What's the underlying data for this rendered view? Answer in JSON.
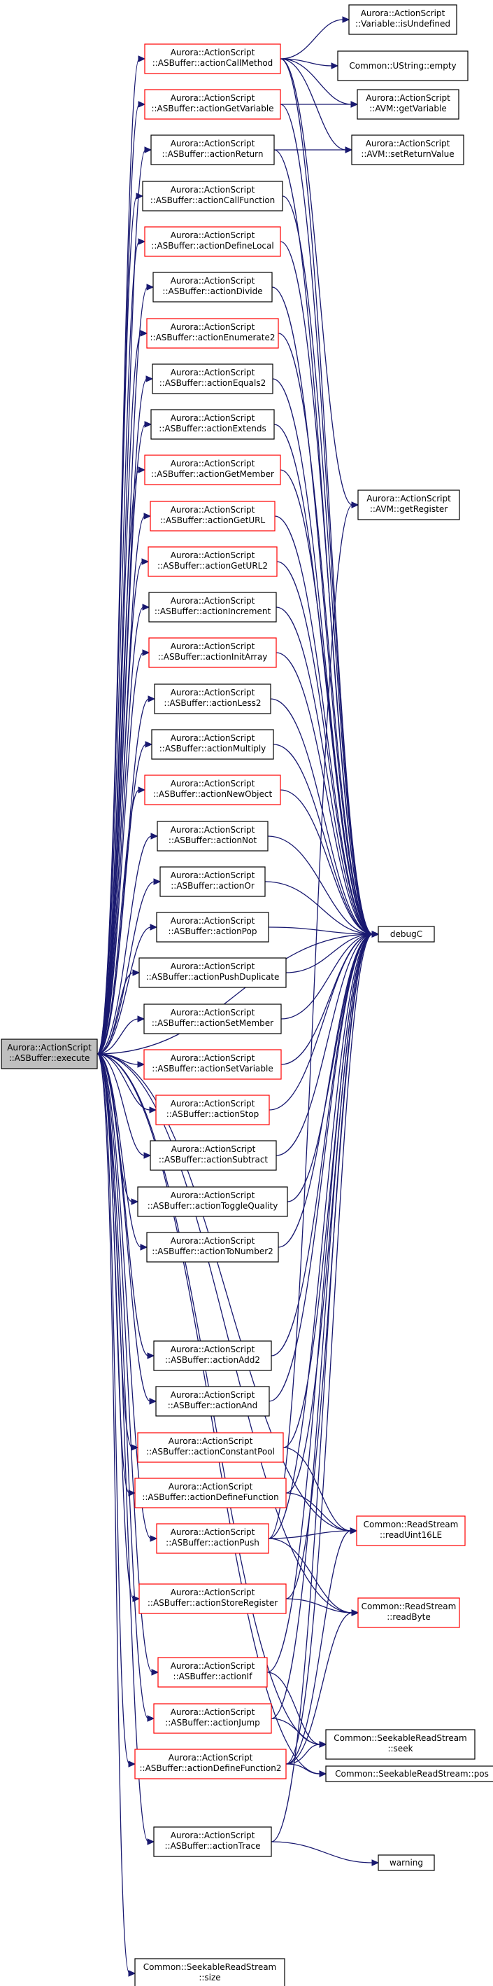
{
  "graph": {
    "colors": {
      "edge": "#191970",
      "border_ok": "#000000",
      "border_flagged": "#ff0000",
      "root_fill": "#bfbfbf",
      "node_fill": "#ffffff"
    },
    "root": "execute",
    "nodes": [
      {
        "id": "execute",
        "lines": [
          "Aurora::ActionScript",
          "::ASBuffer::execute"
        ],
        "status": "root"
      },
      {
        "id": "actionCallMethod",
        "lines": [
          "Aurora::ActionScript",
          "::ASBuffer::actionCallMethod"
        ],
        "status": "flagged"
      },
      {
        "id": "actionGetVariable",
        "lines": [
          "Aurora::ActionScript",
          "::ASBuffer::actionGetVariable"
        ],
        "status": "flagged"
      },
      {
        "id": "actionReturn",
        "lines": [
          "Aurora::ActionScript",
          "::ASBuffer::actionReturn"
        ],
        "status": "ok"
      },
      {
        "id": "actionCallFunction",
        "lines": [
          "Aurora::ActionScript",
          "::ASBuffer::actionCallFunction"
        ],
        "status": "ok"
      },
      {
        "id": "actionDefineLocal",
        "lines": [
          "Aurora::ActionScript",
          "::ASBuffer::actionDefineLocal"
        ],
        "status": "flagged"
      },
      {
        "id": "actionDivide",
        "lines": [
          "Aurora::ActionScript",
          "::ASBuffer::actionDivide"
        ],
        "status": "ok"
      },
      {
        "id": "actionEnumerate2",
        "lines": [
          "Aurora::ActionScript",
          "::ASBuffer::actionEnumerate2"
        ],
        "status": "flagged"
      },
      {
        "id": "actionEquals2",
        "lines": [
          "Aurora::ActionScript",
          "::ASBuffer::actionEquals2"
        ],
        "status": "ok"
      },
      {
        "id": "actionExtends",
        "lines": [
          "Aurora::ActionScript",
          "::ASBuffer::actionExtends"
        ],
        "status": "ok"
      },
      {
        "id": "actionGetMember",
        "lines": [
          "Aurora::ActionScript",
          "::ASBuffer::actionGetMember"
        ],
        "status": "flagged"
      },
      {
        "id": "actionGetURL",
        "lines": [
          "Aurora::ActionScript",
          "::ASBuffer::actionGetURL"
        ],
        "status": "flagged"
      },
      {
        "id": "actionGetURL2",
        "lines": [
          "Aurora::ActionScript",
          "::ASBuffer::actionGetURL2"
        ],
        "status": "flagged"
      },
      {
        "id": "actionIncrement",
        "lines": [
          "Aurora::ActionScript",
          "::ASBuffer::actionIncrement"
        ],
        "status": "ok"
      },
      {
        "id": "actionInitArray",
        "lines": [
          "Aurora::ActionScript",
          "::ASBuffer::actionInitArray"
        ],
        "status": "flagged"
      },
      {
        "id": "actionLess2",
        "lines": [
          "Aurora::ActionScript",
          "::ASBuffer::actionLess2"
        ],
        "status": "ok"
      },
      {
        "id": "actionMultiply",
        "lines": [
          "Aurora::ActionScript",
          "::ASBuffer::actionMultiply"
        ],
        "status": "ok"
      },
      {
        "id": "actionNewObject",
        "lines": [
          "Aurora::ActionScript",
          "::ASBuffer::actionNewObject"
        ],
        "status": "flagged"
      },
      {
        "id": "actionNot",
        "lines": [
          "Aurora::ActionScript",
          "::ASBuffer::actionNot"
        ],
        "status": "ok"
      },
      {
        "id": "actionOr",
        "lines": [
          "Aurora::ActionScript",
          "::ASBuffer::actionOr"
        ],
        "status": "ok"
      },
      {
        "id": "actionPop",
        "lines": [
          "Aurora::ActionScript",
          "::ASBuffer::actionPop"
        ],
        "status": "ok"
      },
      {
        "id": "actionPushDuplicate",
        "lines": [
          "Aurora::ActionScript",
          "::ASBuffer::actionPushDuplicate"
        ],
        "status": "ok"
      },
      {
        "id": "actionSetMember",
        "lines": [
          "Aurora::ActionScript",
          "::ASBuffer::actionSetMember"
        ],
        "status": "ok"
      },
      {
        "id": "actionSetVariable",
        "lines": [
          "Aurora::ActionScript",
          "::ASBuffer::actionSetVariable"
        ],
        "status": "flagged"
      },
      {
        "id": "actionStop",
        "lines": [
          "Aurora::ActionScript",
          "::ASBuffer::actionStop"
        ],
        "status": "flagged"
      },
      {
        "id": "actionSubtract",
        "lines": [
          "Aurora::ActionScript",
          "::ASBuffer::actionSubtract"
        ],
        "status": "ok"
      },
      {
        "id": "actionToggleQuality",
        "lines": [
          "Aurora::ActionScript",
          "::ASBuffer::actionToggleQuality"
        ],
        "status": "ok"
      },
      {
        "id": "actionToNumber2",
        "lines": [
          "Aurora::ActionScript",
          "::ASBuffer::actionToNumber2"
        ],
        "status": "ok"
      },
      {
        "id": "actionAdd2",
        "lines": [
          "Aurora::ActionScript",
          "::ASBuffer::actionAdd2"
        ],
        "status": "ok"
      },
      {
        "id": "actionAnd",
        "lines": [
          "Aurora::ActionScript",
          "::ASBuffer::actionAnd"
        ],
        "status": "ok"
      },
      {
        "id": "actionConstantPool",
        "lines": [
          "Aurora::ActionScript",
          "::ASBuffer::actionConstantPool"
        ],
        "status": "flagged"
      },
      {
        "id": "actionDefineFunction",
        "lines": [
          "Aurora::ActionScript",
          "::ASBuffer::actionDefineFunction"
        ],
        "status": "flagged"
      },
      {
        "id": "actionPush",
        "lines": [
          "Aurora::ActionScript",
          "::ASBuffer::actionPush"
        ],
        "status": "flagged"
      },
      {
        "id": "actionStoreRegister",
        "lines": [
          "Aurora::ActionScript",
          "::ASBuffer::actionStoreRegister"
        ],
        "status": "flagged"
      },
      {
        "id": "actionIf",
        "lines": [
          "Aurora::ActionScript",
          "::ASBuffer::actionIf"
        ],
        "status": "flagged"
      },
      {
        "id": "actionJump",
        "lines": [
          "Aurora::ActionScript",
          "::ASBuffer::actionJump"
        ],
        "status": "flagged"
      },
      {
        "id": "actionDefineFunction2",
        "lines": [
          "Aurora::ActionScript",
          "::ASBuffer::actionDefineFunction2"
        ],
        "status": "flagged"
      },
      {
        "id": "actionTrace",
        "lines": [
          "Aurora::ActionScript",
          "::ASBuffer::actionTrace"
        ],
        "status": "ok"
      },
      {
        "id": "size",
        "lines": [
          "Common::SeekableReadStream",
          "::size"
        ],
        "status": "ok"
      },
      {
        "id": "isUndefined",
        "lines": [
          "Aurora::ActionScript",
          "::Variable::isUndefined"
        ],
        "status": "ok"
      },
      {
        "id": "ustringEmpty",
        "lines": [
          "Common::UString::empty"
        ],
        "status": "ok"
      },
      {
        "id": "avmGetVariable",
        "lines": [
          "Aurora::ActionScript",
          "::AVM::getVariable"
        ],
        "status": "ok"
      },
      {
        "id": "avmSetReturnValue",
        "lines": [
          "Aurora::ActionScript",
          "::AVM::setReturnValue"
        ],
        "status": "ok"
      },
      {
        "id": "avmGetRegister",
        "lines": [
          "Aurora::ActionScript",
          "::AVM::getRegister"
        ],
        "status": "ok"
      },
      {
        "id": "debugC",
        "lines": [
          "debugC"
        ],
        "status": "ok"
      },
      {
        "id": "readUint16LE",
        "lines": [
          "Common::ReadStream",
          "::readUint16LE"
        ],
        "status": "flagged"
      },
      {
        "id": "readByte",
        "lines": [
          "Common::ReadStream",
          "::readByte"
        ],
        "status": "flagged"
      },
      {
        "id": "seek",
        "lines": [
          "Common::SeekableReadStream",
          "::seek"
        ],
        "status": "ok"
      },
      {
        "id": "pos",
        "lines": [
          "Common::SeekableReadStream::pos"
        ],
        "status": "ok"
      },
      {
        "id": "warning",
        "lines": [
          "warning"
        ],
        "status": "ok"
      }
    ],
    "edges": [
      [
        "execute",
        "actionCallMethod"
      ],
      [
        "execute",
        "actionGetVariable"
      ],
      [
        "execute",
        "actionReturn"
      ],
      [
        "execute",
        "actionCallFunction"
      ],
      [
        "execute",
        "actionDefineLocal"
      ],
      [
        "execute",
        "actionDivide"
      ],
      [
        "execute",
        "actionEnumerate2"
      ],
      [
        "execute",
        "actionEquals2"
      ],
      [
        "execute",
        "actionExtends"
      ],
      [
        "execute",
        "actionGetMember"
      ],
      [
        "execute",
        "actionGetURL"
      ],
      [
        "execute",
        "actionGetURL2"
      ],
      [
        "execute",
        "actionIncrement"
      ],
      [
        "execute",
        "actionInitArray"
      ],
      [
        "execute",
        "actionLess2"
      ],
      [
        "execute",
        "actionMultiply"
      ],
      [
        "execute",
        "actionNewObject"
      ],
      [
        "execute",
        "actionNot"
      ],
      [
        "execute",
        "actionOr"
      ],
      [
        "execute",
        "actionPop"
      ],
      [
        "execute",
        "actionPushDuplicate"
      ],
      [
        "execute",
        "actionSetMember"
      ],
      [
        "execute",
        "actionSetVariable"
      ],
      [
        "execute",
        "actionStop"
      ],
      [
        "execute",
        "actionSubtract"
      ],
      [
        "execute",
        "actionToggleQuality"
      ],
      [
        "execute",
        "actionToNumber2"
      ],
      [
        "execute",
        "actionAdd2"
      ],
      [
        "execute",
        "actionAnd"
      ],
      [
        "execute",
        "actionConstantPool"
      ],
      [
        "execute",
        "actionDefineFunction"
      ],
      [
        "execute",
        "actionPush"
      ],
      [
        "execute",
        "actionStoreRegister"
      ],
      [
        "execute",
        "actionIf"
      ],
      [
        "execute",
        "actionJump"
      ],
      [
        "execute",
        "actionDefineFunction2"
      ],
      [
        "execute",
        "actionTrace"
      ],
      [
        "execute",
        "size"
      ],
      [
        "execute",
        "debugC"
      ],
      [
        "execute",
        "readUint16LE"
      ],
      [
        "execute",
        "readByte"
      ],
      [
        "execute",
        "seek"
      ],
      [
        "execute",
        "pos"
      ],
      [
        "actionCallMethod",
        "isUndefined"
      ],
      [
        "actionCallMethod",
        "ustringEmpty"
      ],
      [
        "actionCallMethod",
        "avmGetVariable"
      ],
      [
        "actionCallMethod",
        "avmSetReturnValue"
      ],
      [
        "actionCallMethod",
        "avmGetRegister"
      ],
      [
        "actionCallMethod",
        "debugC"
      ],
      [
        "actionGetVariable",
        "avmGetVariable"
      ],
      [
        "actionGetVariable",
        "debugC"
      ],
      [
        "actionReturn",
        "avmSetReturnValue"
      ],
      [
        "actionReturn",
        "debugC"
      ],
      [
        "actionCallFunction",
        "debugC"
      ],
      [
        "actionDefineLocal",
        "debugC"
      ],
      [
        "actionDivide",
        "debugC"
      ],
      [
        "actionEnumerate2",
        "debugC"
      ],
      [
        "actionEquals2",
        "debugC"
      ],
      [
        "actionExtends",
        "debugC"
      ],
      [
        "actionGetMember",
        "debugC"
      ],
      [
        "actionGetURL",
        "debugC"
      ],
      [
        "actionGetURL2",
        "debugC"
      ],
      [
        "actionIncrement",
        "debugC"
      ],
      [
        "actionInitArray",
        "debugC"
      ],
      [
        "actionLess2",
        "debugC"
      ],
      [
        "actionMultiply",
        "debugC"
      ],
      [
        "actionNewObject",
        "debugC"
      ],
      [
        "actionNot",
        "debugC"
      ],
      [
        "actionOr",
        "debugC"
      ],
      [
        "actionPop",
        "debugC"
      ],
      [
        "actionPushDuplicate",
        "debugC"
      ],
      [
        "actionSetMember",
        "debugC"
      ],
      [
        "actionSetVariable",
        "debugC"
      ],
      [
        "actionStop",
        "debugC"
      ],
      [
        "actionSubtract",
        "debugC"
      ],
      [
        "actionToggleQuality",
        "debugC"
      ],
      [
        "actionToNumber2",
        "debugC"
      ],
      [
        "actionAdd2",
        "debugC"
      ],
      [
        "actionAnd",
        "debugC"
      ],
      [
        "actionConstantPool",
        "debugC"
      ],
      [
        "actionConstantPool",
        "readUint16LE"
      ],
      [
        "actionDefineFunction",
        "debugC"
      ],
      [
        "actionDefineFunction",
        "readUint16LE"
      ],
      [
        "actionPush",
        "debugC"
      ],
      [
        "actionPush",
        "readUint16LE"
      ],
      [
        "actionPush",
        "readByte"
      ],
      [
        "actionPush",
        "avmGetRegister"
      ],
      [
        "actionStoreRegister",
        "debugC"
      ],
      [
        "actionStoreRegister",
        "readByte"
      ],
      [
        "actionIf",
        "debugC"
      ],
      [
        "actionIf",
        "seek"
      ],
      [
        "actionJump",
        "debugC"
      ],
      [
        "actionJump",
        "seek"
      ],
      [
        "actionDefineFunction2",
        "debugC"
      ],
      [
        "actionDefineFunction2",
        "readUint16LE"
      ],
      [
        "actionDefineFunction2",
        "readByte"
      ],
      [
        "actionDefineFunction2",
        "seek"
      ],
      [
        "actionDefineFunction2",
        "pos"
      ],
      [
        "actionTrace",
        "debugC"
      ],
      [
        "actionTrace",
        "warning"
      ]
    ]
  }
}
